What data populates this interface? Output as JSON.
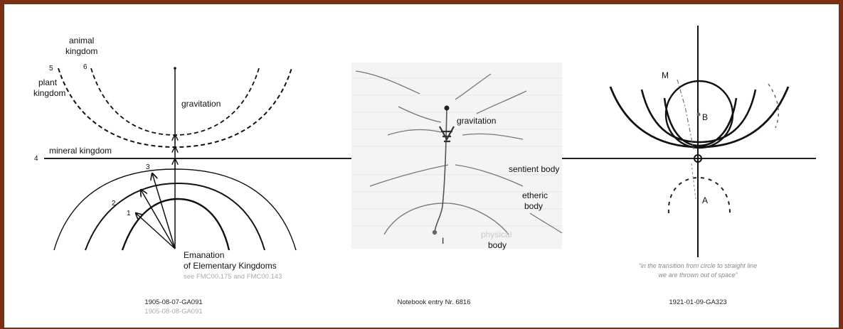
{
  "left_panel": {
    "labels": {
      "animal_line1": "animal",
      "animal_line2": "kingdom",
      "plant_line1": "plant",
      "plant_line2": "kingdom",
      "num5": "5",
      "num6": "6",
      "gravitation": "gravitation",
      "mineral": "mineral kingdom",
      "num4": "4",
      "num3": "3",
      "num2": "2",
      "num1": "1",
      "emanation_line1": "Emanation",
      "emanation_line2": "of Elementary Kingdoms",
      "see_ref": "see FMC00.175 and FMC00.143"
    },
    "caption": "1905-08-07-GA091",
    "caption_sub": "1905-08-08-GA091"
  },
  "middle_panel": {
    "labels": {
      "gravitation": "gravitation",
      "sentient": "sentient body",
      "etheric_line1": "etheric",
      "etheric_line2": "body",
      "physical_line1": "physical",
      "physical_line2": "body",
      "i_mark": "I"
    },
    "caption": "Notebook entry Nr. 6816"
  },
  "right_panel": {
    "labels": {
      "m": "M",
      "b": "B",
      "a": "A"
    },
    "quote_line1": "“in the transition from circle to straight line",
    "quote_line2": "we are thrown out of space”",
    "caption": "1921-01-09-GA323"
  },
  "colors": {
    "frame": "#7b2f14",
    "ink": "#111111",
    "grey_text": "#aaaaaa",
    "quote_text": "#8a8a8a"
  }
}
